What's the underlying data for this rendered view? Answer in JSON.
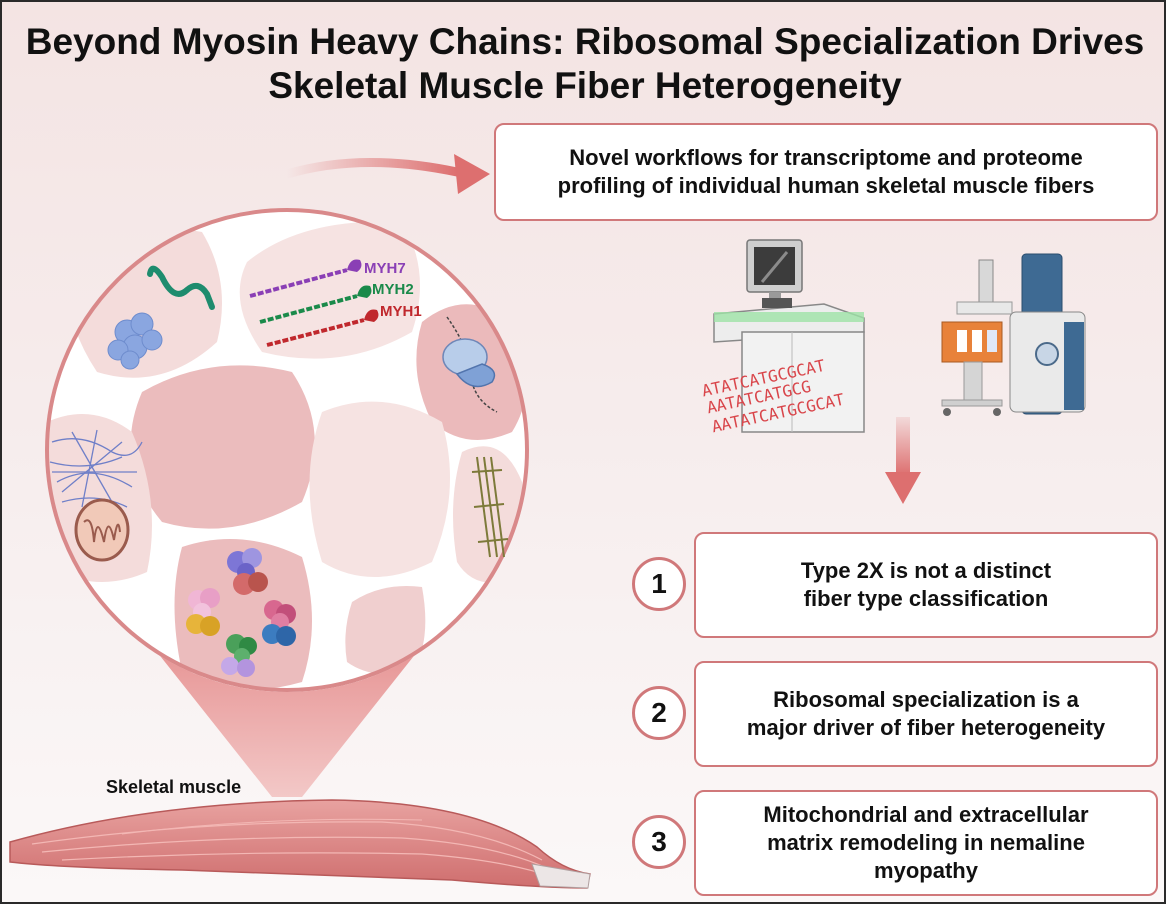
{
  "title": {
    "line1": "Beyond Myosin Heavy Chains: Ribosomal Specialization Drives",
    "line2": "Skeletal Muscle Fiber Heterogeneity"
  },
  "workflow_box": {
    "line1": "Novel workflows for transcriptome and proteome",
    "line2": "profiling of individual human skeletal muscle fibers"
  },
  "genes": [
    "MYH7",
    "MYH2",
    "MYH1"
  ],
  "gene_colors": [
    "#8a3fb5",
    "#1a8a4a",
    "#c0282d"
  ],
  "dna_sequences": [
    "ATATCATGCGCAT",
    "AATATCATGCG",
    "AATATCATGCGCAT"
  ],
  "tissue_label": "Skeletal muscle",
  "findings": [
    {
      "number": "1",
      "line1": "Type 2X is not a distinct",
      "line2": "fiber type classification",
      "line3": ""
    },
    {
      "number": "2",
      "line1": "Ribosomal specialization is a",
      "line2": "major driver of fiber heterogeneity",
      "line3": ""
    },
    {
      "number": "3",
      "line1": "Mitochondrial and extracellular",
      "line2": "matrix remodeling in nemaline",
      "line3": "myopathy"
    }
  ],
  "colors": {
    "accent": "#d0787a",
    "arrow": "#dd6f6f",
    "fiber_dark": "#e9b6b8",
    "fiber_light": "#f6dedd"
  }
}
